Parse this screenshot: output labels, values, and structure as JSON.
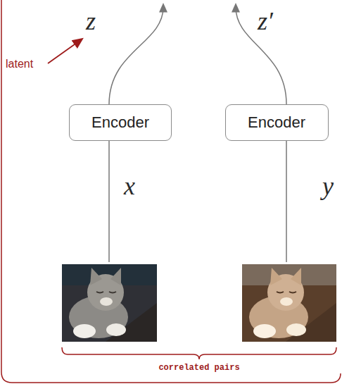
{
  "diagram": {
    "nodes": [
      {
        "text": [
          "Encoder"
        ]
      },
      {
        "text": [
          "Encoder"
        ]
      }
    ],
    "labels": [
      "z",
      "z′",
      "latent",
      "x",
      "y",
      "correlated pairs"
    ]
  }
}
